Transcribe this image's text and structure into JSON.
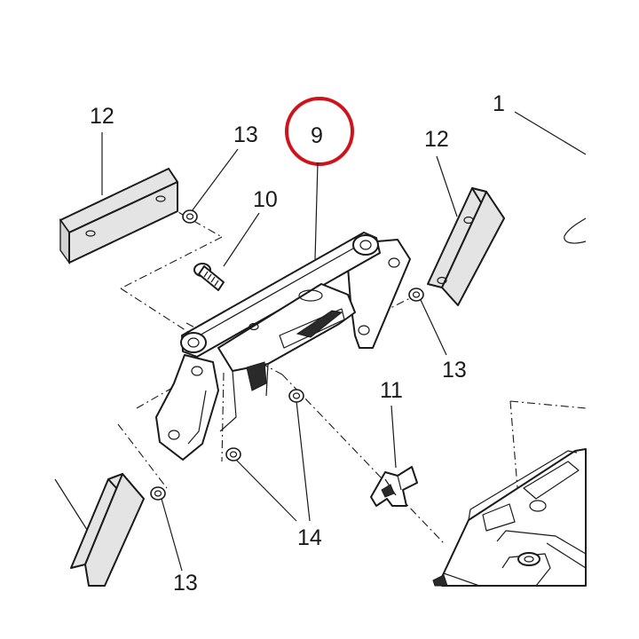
{
  "callouts": {
    "c1": "1",
    "c9": "9",
    "c10": "10",
    "c11": "11",
    "c12a": "12",
    "c12b": "12",
    "c13a": "13",
    "c13b": "13",
    "c13c": "13",
    "c14": "14"
  },
  "colors": {
    "highlight_ring": "#d0121b",
    "line": "#1a1a1a",
    "plate_fill": "#e4e4e4",
    "background": "#ffffff"
  }
}
